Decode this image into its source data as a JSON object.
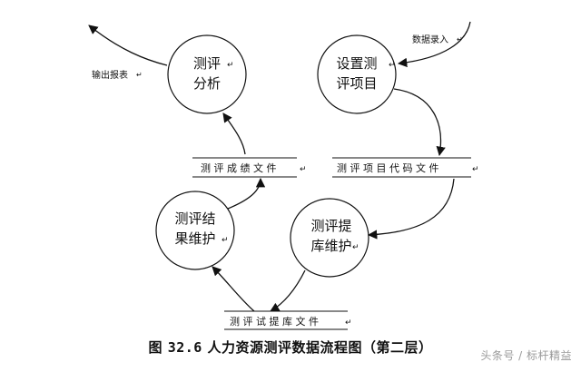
{
  "diagram": {
    "processes": {
      "analysis": [
        "测评",
        "分析"
      ],
      "setup": [
        "设置测",
        "评项目"
      ],
      "result_maint": [
        "测评结",
        "果维护"
      ],
      "bank_maint": [
        "测评提",
        "库维护"
      ]
    },
    "files": {
      "score_file": "测 评 成 绩 文 件",
      "code_file": "测 评 项 目 代 码 文 件",
      "bank_file": "测 评 试 提 库 文 件"
    },
    "flows": {
      "output_report": "输出报表",
      "data_entry": "数据录入"
    },
    "mark": "↵"
  },
  "caption": {
    "prefix": "图",
    "number": "32.6",
    "title": "人力资源测评数据流程图（第二层）"
  },
  "watermark": "头条号 / 标杆精益"
}
